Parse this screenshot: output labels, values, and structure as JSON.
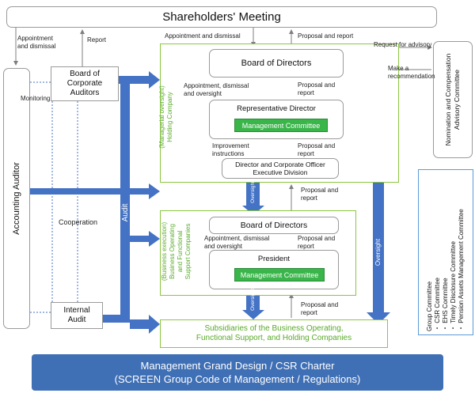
{
  "shareholders": "Shareholders' Meeting",
  "board_of_auditors": {
    "line1": "Board of",
    "line2": "Corporate",
    "line3": "Auditors"
  },
  "accounting_auditor": "Accounting Auditor",
  "internal_audit": {
    "line1": "Internal",
    "line2": "Audit"
  },
  "holding": {
    "side_label1": "(Managerial oversight)",
    "side_label2": "Holding Company",
    "board": "Board of Directors",
    "rep_director": "Representative Director",
    "mgmt_committee": "Management Committee",
    "exec_division": {
      "line1": "Director and Corporate Officer",
      "line2": "Executive Division"
    }
  },
  "business": {
    "side_label1": "(Business execution)",
    "side_label2": "Business Operating",
    "side_label3": "and Functional",
    "side_label4": "Support Companies",
    "board": "Board of Directors",
    "president": "President",
    "mgmt_committee": "Management Committee"
  },
  "subsidiaries": {
    "line1": "Subsidiaries of the Business Operating,",
    "line2": "Functional Support, and Holding Companies"
  },
  "nomination": {
    "line1": "Nomination and Compensation",
    "line2": "Advisory Committee"
  },
  "group_committee": {
    "title": "Group Committee",
    "items": [
      "・ CSR Committee",
      "・ EHS Committee",
      "・ Timely Disclosure Committee",
      "・ Pension Assets Management Committee"
    ]
  },
  "footer": {
    "line1": "Management Grand Design / CSR Charter",
    "line2": "(SCREEN Group Code of Management / Regulations)"
  },
  "labels": {
    "appointment_dismissal_1": "Appointment",
    "appointment_dismissal_2": "and dismissal",
    "report": "Report",
    "monitoring": "Monitoring",
    "appointment_and_dismissal": "Appointment and dismissal",
    "proposal_and_report": "Proposal and report",
    "request_for_advisory": "Request for advisory",
    "make_recommendation_1": "Make a",
    "make_recommendation_2": "recommendation",
    "appt_dismissal_oversight_1": "Appointment, dismissal",
    "appt_dismissal_oversight_2": "and oversight",
    "proposal_1": "Proposal and",
    "proposal_2": "report",
    "improvement_1": "Improvement",
    "improvement_2": "instructions",
    "oversight": "Oversight",
    "cooperation": "Cooperation",
    "audit": "Audit",
    "proposal_and_2": "Proposal and",
    "report_2": "report"
  },
  "colors": {
    "arrow_blue": "#4472c4",
    "green_border": "#8cc63f",
    "green_fill": "#39b54a",
    "footer_blue": "#3f6fb5"
  }
}
